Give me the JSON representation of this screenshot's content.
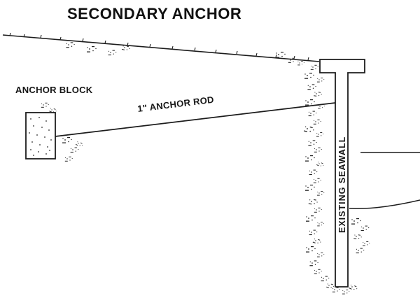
{
  "diagram": {
    "title": "SECONDARY ANCHOR",
    "labels": {
      "anchor_block": "ANCHOR BLOCK",
      "anchor_rod": "1\" ANCHOR ROD",
      "existing_seawall": "EXISTING SEAWALL"
    },
    "colors": {
      "ink": "#1c1c1c",
      "background": "#ffffff"
    }
  }
}
